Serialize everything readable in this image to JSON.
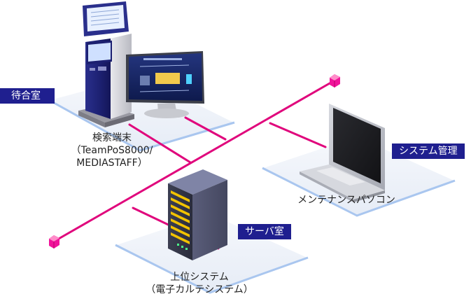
{
  "colors": {
    "network_line": "#e0067c",
    "node": "#f0139a",
    "tag_background": "#1f1f8f",
    "tag_text": "#ffffff",
    "platform_fill": "#edf1f8",
    "platform_edge": "#a9c6ef",
    "caption_text": "#222222"
  },
  "rooms": {
    "waiting_room": "待合室",
    "system_admin": "システム管理",
    "server_room": "サーバ室"
  },
  "devices": {
    "kiosk": {
      "icon": "kiosk-terminal-icon",
      "caption_line1": "検索端末",
      "caption_line2": "（TeamPoS8000/",
      "caption_line3": "MEDIASTAFF）"
    },
    "laptop": {
      "icon": "laptop-icon",
      "caption": "メンテナンスパソコン"
    },
    "server": {
      "icon": "server-rack-icon",
      "caption_line1": "上位システム",
      "caption_line2": "（電子カルテシステム）"
    }
  }
}
